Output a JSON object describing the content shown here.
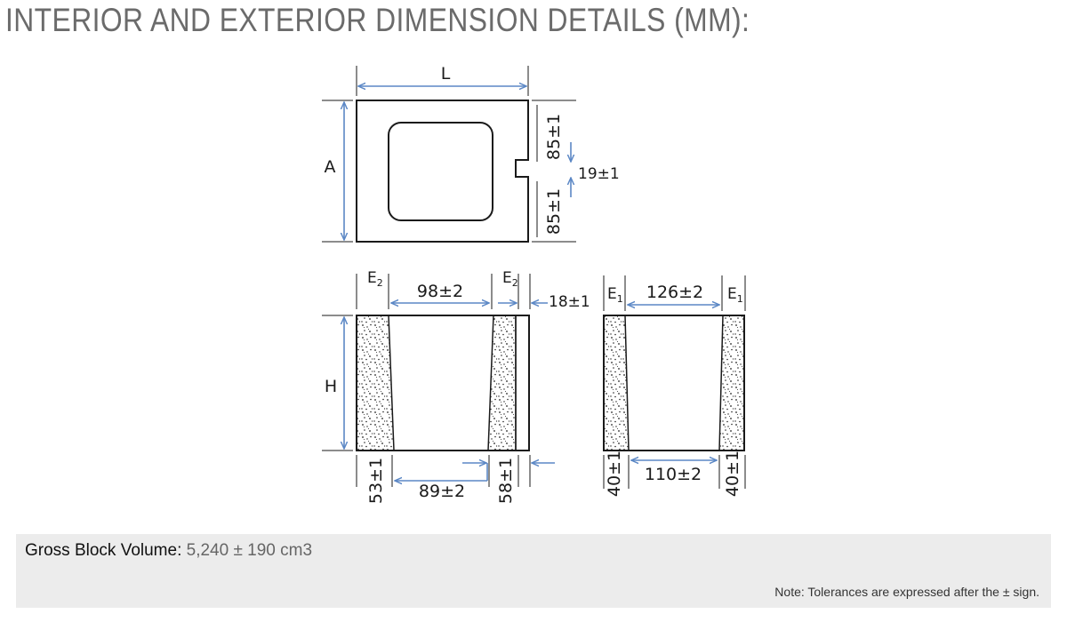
{
  "header": {
    "title": "INTERIOR AND EXTERIOR DIMENSION DETAILS (MM):"
  },
  "diagram": {
    "top_view": {
      "length_label": "L",
      "width_label": "A",
      "upper_wall": "85±1",
      "lower_wall": "85±1",
      "notch": "19±1"
    },
    "left_section": {
      "height_label": "H",
      "wall_label": "E",
      "wall_subscript": "2",
      "inner_top": "98±2",
      "inner_bottom": "89±2",
      "left_wall_bottom": "53±1",
      "right_wall_bottom": "58±1",
      "side_offset": "18±1"
    },
    "right_section": {
      "wall_label": "E",
      "wall_subscript": "1",
      "inner_top": "126±2",
      "inner_bottom": "110±2",
      "left_wall_bottom": "40±1",
      "right_wall_bottom": "40±1"
    },
    "colors": {
      "dimension_line": "#5b87c5",
      "outline": "#1a1a1a"
    }
  },
  "info": {
    "volume_label": "Gross Block Volume:",
    "volume_value": "5,240 ± 190 cm3",
    "note": "Note: Tolerances are expressed after the ± sign."
  }
}
